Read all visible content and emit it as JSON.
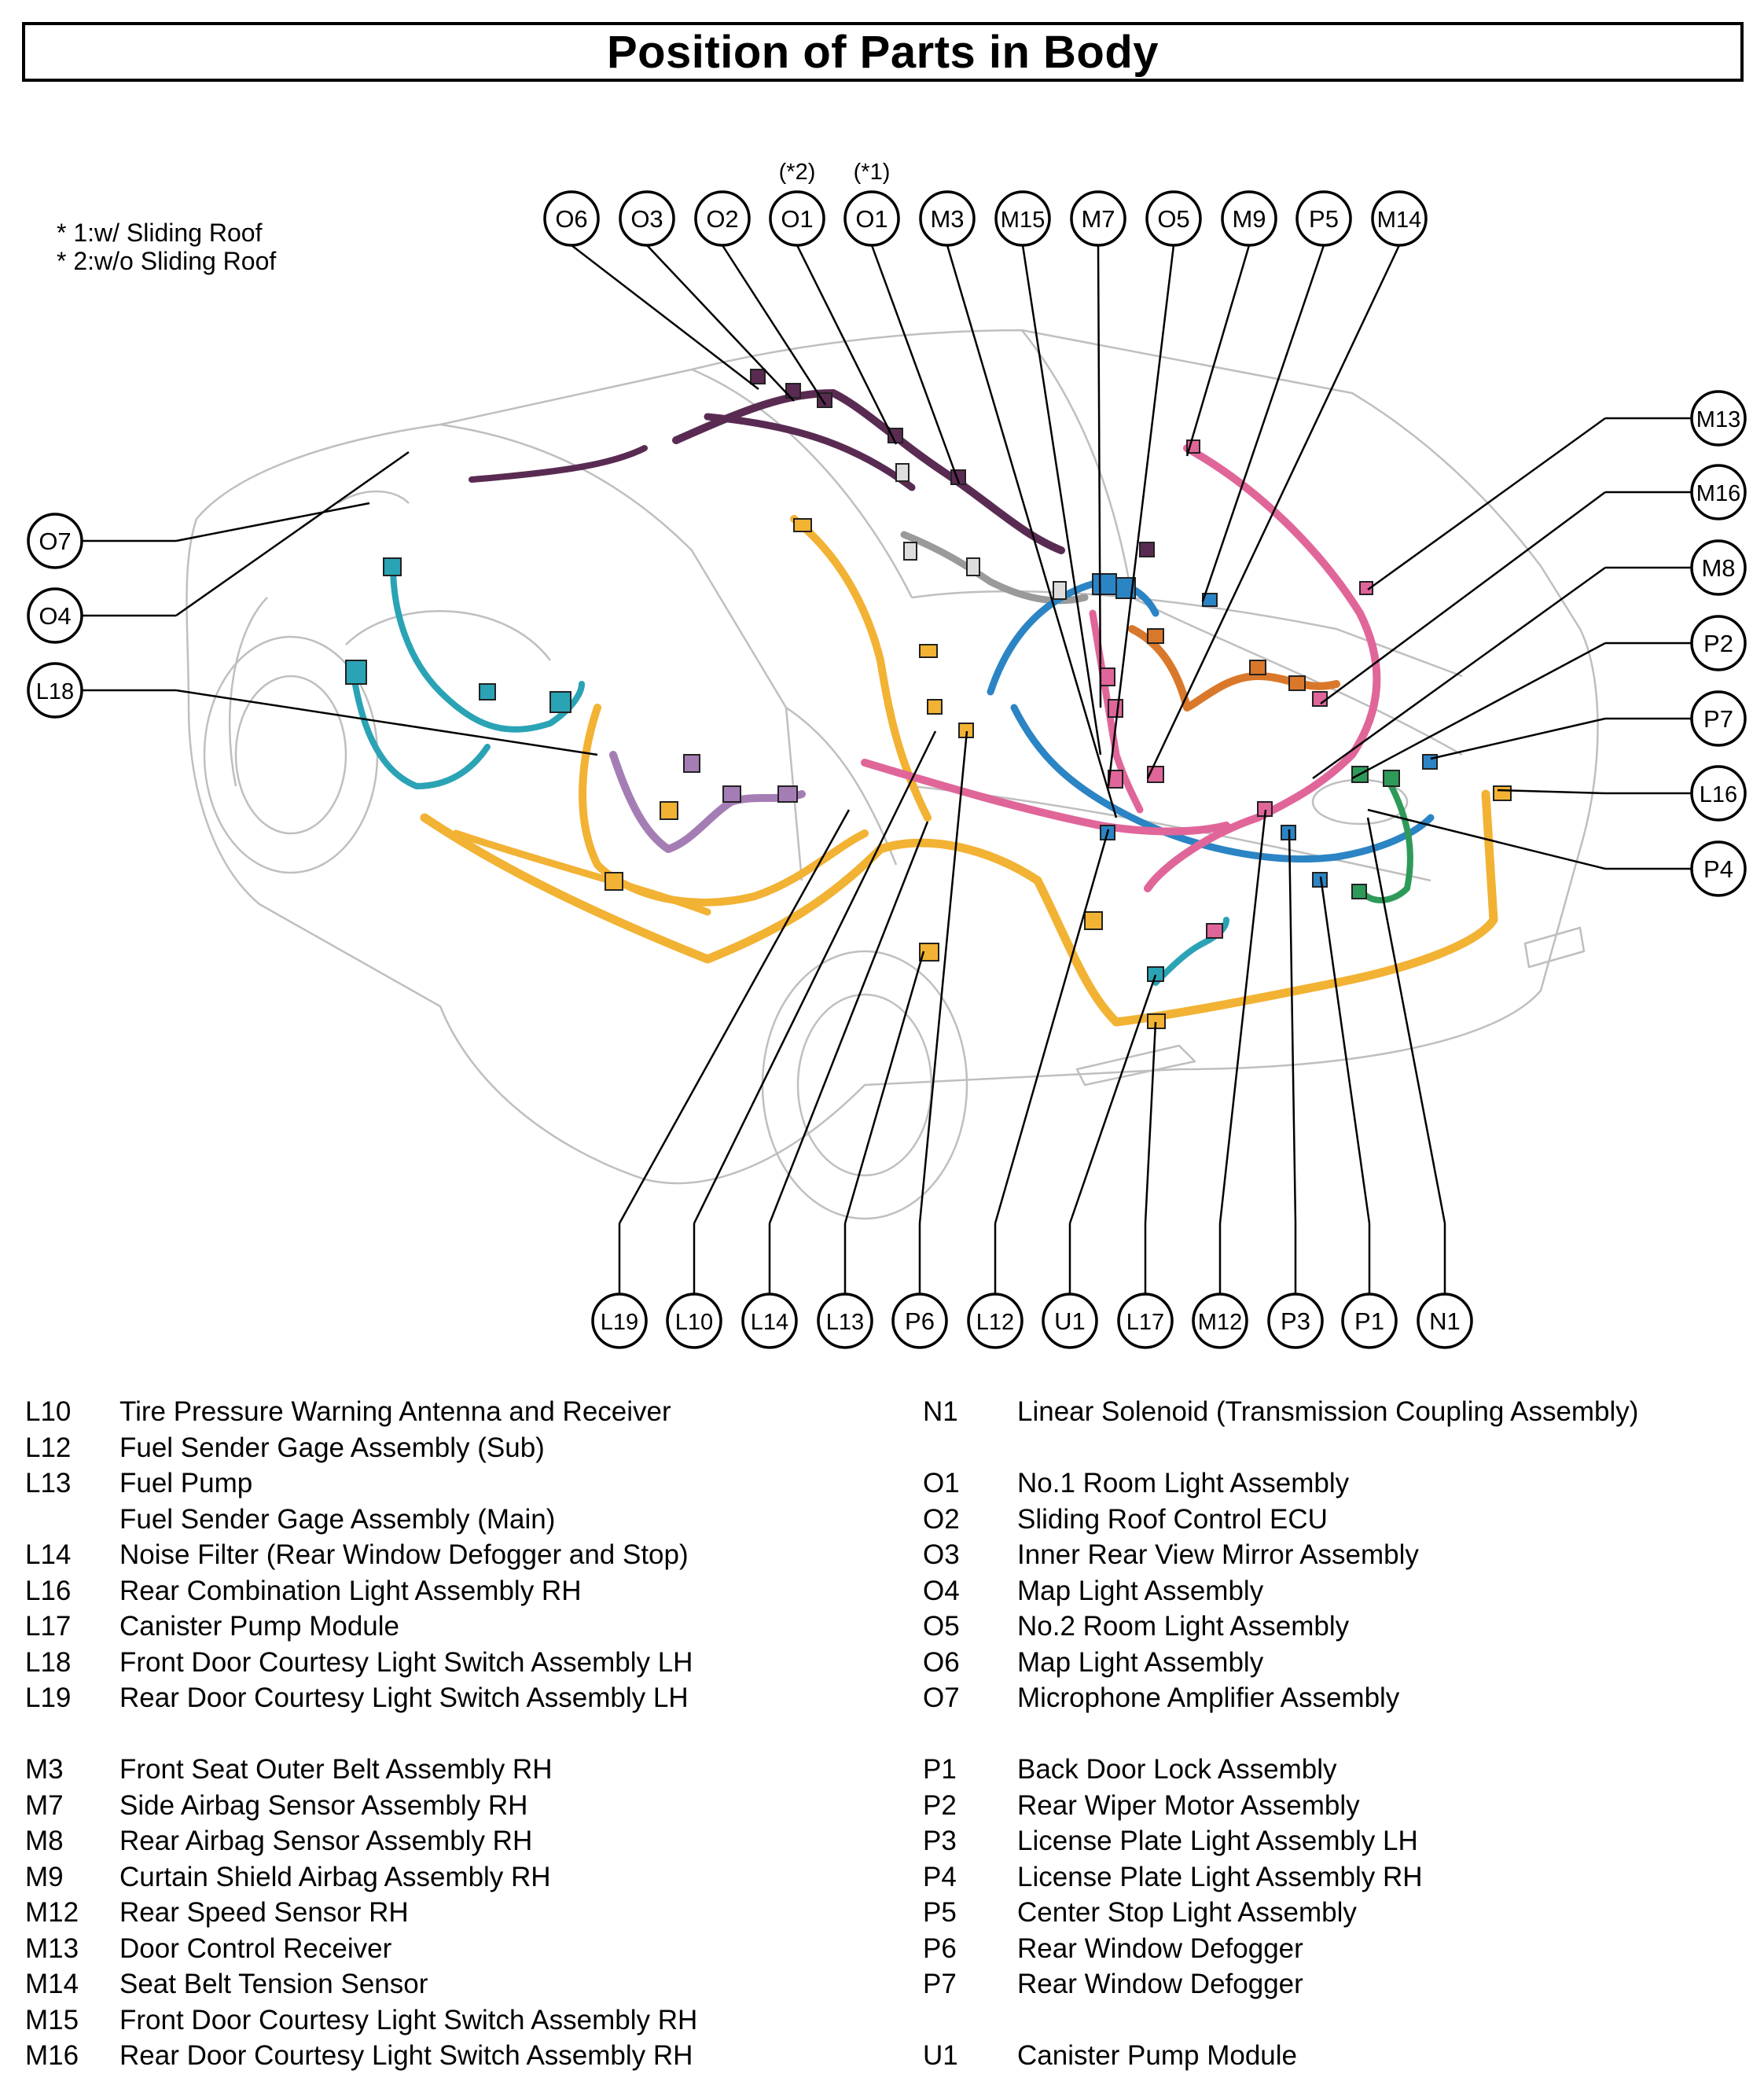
{
  "title": "Position of Parts in Body",
  "notes": [
    "* 1:w/ Sliding Roof",
    "* 2:w/o Sliding Roof"
  ],
  "callouts": {
    "top": [
      {
        "code": "O6",
        "tag": ""
      },
      {
        "code": "O3",
        "tag": ""
      },
      {
        "code": "O2",
        "tag": ""
      },
      {
        "code": "O1",
        "tag": "(*2)"
      },
      {
        "code": "O1",
        "tag": "(*1)"
      },
      {
        "code": "M3",
        "tag": ""
      },
      {
        "code": "M15",
        "tag": ""
      },
      {
        "code": "M7",
        "tag": ""
      },
      {
        "code": "O5",
        "tag": ""
      },
      {
        "code": "M9",
        "tag": ""
      },
      {
        "code": "P5",
        "tag": ""
      },
      {
        "code": "M14",
        "tag": ""
      }
    ],
    "left": [
      "O7",
      "O4",
      "L18"
    ],
    "right": [
      "M13",
      "M16",
      "M8",
      "P2",
      "P7",
      "L16",
      "P4"
    ],
    "bottom": [
      "L19",
      "L10",
      "L14",
      "L13",
      "P6",
      "L12",
      "U1",
      "L17",
      "M12",
      "P3",
      "P1",
      "N1"
    ]
  },
  "wire_colors": {
    "yellow": "#f2b233",
    "pink": "#e0669a",
    "blue": "#2b84c4",
    "teal": "#2aa3b5",
    "purple": "#5a2b52",
    "lilac": "#a57db5",
    "orange": "#d9782b",
    "green": "#2e9a5a",
    "grey": "#9a9a9a"
  },
  "legend_left": [
    {
      "code": "L10",
      "name": "Tire Pressure Warning Antenna and Receiver"
    },
    {
      "code": "L12",
      "name": "Fuel Sender Gage Assembly (Sub)"
    },
    {
      "code": "L13",
      "name": "Fuel Pump"
    },
    {
      "code": "",
      "name": "Fuel Sender Gage Assembly (Main)"
    },
    {
      "code": "L14",
      "name": "Noise Filter (Rear Window Defogger and Stop)"
    },
    {
      "code": "L16",
      "name": "Rear Combination Light Assembly RH"
    },
    {
      "code": "L17",
      "name": "Canister Pump Module"
    },
    {
      "code": "L18",
      "name": "Front Door Courtesy Light Switch Assembly LH"
    },
    {
      "code": "L19",
      "name": "Rear Door Courtesy Light Switch Assembly LH"
    },
    {
      "gap": true
    },
    {
      "code": "M3",
      "name": "Front Seat Outer Belt Assembly RH"
    },
    {
      "code": "M7",
      "name": "Side Airbag Sensor Assembly RH"
    },
    {
      "code": "M8",
      "name": "Rear Airbag Sensor Assembly RH"
    },
    {
      "code": "M9",
      "name": "Curtain Shield Airbag Assembly RH"
    },
    {
      "code": "M12",
      "name": "Rear Speed Sensor RH"
    },
    {
      "code": "M13",
      "name": "Door Control Receiver"
    },
    {
      "code": "M14",
      "name": "Seat Belt Tension Sensor"
    },
    {
      "code": "M15",
      "name": "Front Door Courtesy Light Switch Assembly RH"
    },
    {
      "code": "M16",
      "name": "Rear Door Courtesy Light Switch Assembly RH"
    }
  ],
  "legend_right": [
    {
      "code": "N1",
      "name": "Linear Solenoid (Transmission Coupling Assembly)"
    },
    {
      "gap": true
    },
    {
      "code": "O1",
      "name": "No.1 Room Light Assembly"
    },
    {
      "code": "O2",
      "name": "Sliding Roof Control ECU"
    },
    {
      "code": "O3",
      "name": "Inner Rear View Mirror Assembly"
    },
    {
      "code": "O4",
      "name": "Map Light Assembly"
    },
    {
      "code": "O5",
      "name": "No.2 Room Light Assembly"
    },
    {
      "code": "O6",
      "name": "Map Light Assembly"
    },
    {
      "code": "O7",
      "name": "Microphone Amplifier Assembly"
    },
    {
      "gap": true
    },
    {
      "code": "P1",
      "name": "Back Door Lock Assembly"
    },
    {
      "code": "P2",
      "name": "Rear Wiper Motor Assembly"
    },
    {
      "code": "P3",
      "name": "License Plate Light Assembly LH"
    },
    {
      "code": "P4",
      "name": "License Plate Light Assembly RH"
    },
    {
      "code": "P5",
      "name": "Center Stop Light Assembly"
    },
    {
      "code": "P6",
      "name": "Rear Window Defogger"
    },
    {
      "code": "P7",
      "name": "Rear Window Defogger"
    },
    {
      "gap": true
    },
    {
      "code": "U1",
      "name": "Canister Pump Module"
    }
  ]
}
